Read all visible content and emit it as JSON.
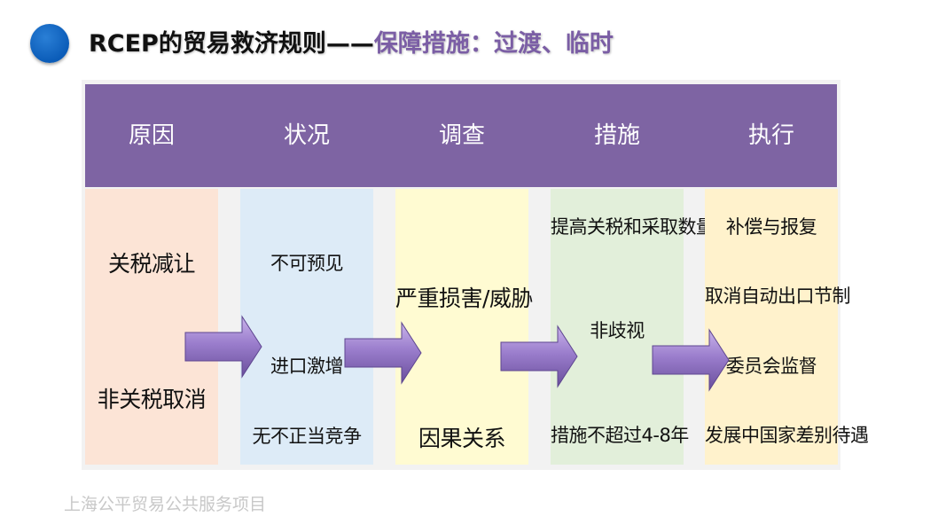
{
  "title": {
    "part1": "RCEP的贸易救济规则——",
    "part2": "保障措施：过渡、临时"
  },
  "colors": {
    "header_bg": "#7e64a3",
    "bullet": "#0b5cb8",
    "arrow": "#8c6ec0",
    "col_bgs": [
      "#fce4d6",
      "#ddebf7",
      "#fffbd2",
      "#e2efda",
      "#fff2cc"
    ]
  },
  "headers": [
    "原因",
    "状况",
    "调查",
    "措施",
    "执行"
  ],
  "columns": [
    {
      "items": [
        "关税减让",
        "非关税取消"
      ]
    },
    {
      "items": [
        "不可预见",
        "进口激增",
        "无不正当竞争"
      ]
    },
    {
      "items": [
        "严重损害/威胁",
        "因果关系"
      ]
    },
    {
      "items": [
        "提高关税和采取数量",
        "非歧视",
        "措施不超过4-8年"
      ]
    },
    {
      "items": [
        "补偿与报复",
        "取消自动出口节制",
        "委员会监督",
        "发展中国家差别待遇"
      ]
    }
  ],
  "footer": "上海公平贸易公共服务项目"
}
